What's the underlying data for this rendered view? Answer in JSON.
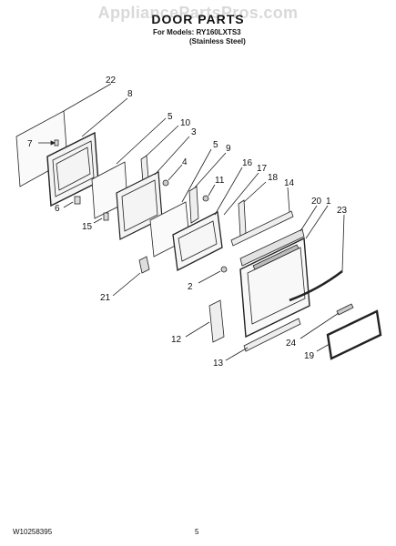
{
  "header": {
    "watermark": "AppliancePartsPros.com",
    "title": "DOOR PARTS",
    "models_line": "For Models: RY160LXTS3",
    "finish_line": "(Stainless Steel)"
  },
  "footer": {
    "document_id": "W10258395",
    "page_number": "5"
  },
  "callouts": [
    "22",
    "8",
    "7",
    "5",
    "10",
    "3",
    "4",
    "5",
    "9",
    "11",
    "6",
    "16",
    "17",
    "18",
    "14",
    "15",
    "20",
    "1",
    "23",
    "2",
    "21",
    "12",
    "24",
    "19",
    "13"
  ]
}
